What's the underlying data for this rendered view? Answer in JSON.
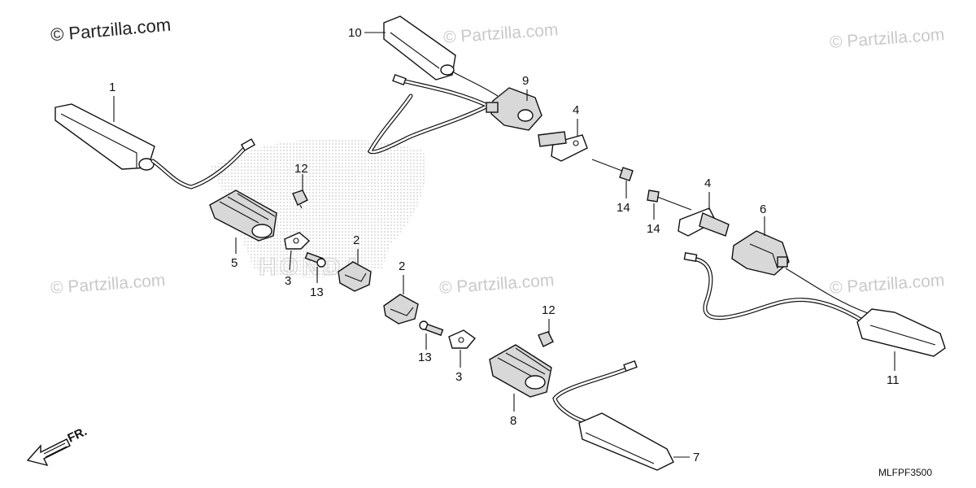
{
  "watermarks": {
    "main": "© Partzilla.com",
    "faint": "© Partzilla.com"
  },
  "diagram_code": "MLFPF3500",
  "direction_label": "FR.",
  "logo_text": "HONDA",
  "callouts": [
    "1",
    "2",
    "2",
    "3",
    "3",
    "4",
    "4",
    "5",
    "6",
    "7",
    "8",
    "9",
    "10",
    "11",
    "12",
    "12",
    "13",
    "13",
    "14",
    "14"
  ],
  "colors": {
    "line": "#111111",
    "watermark": "#c9c9c9",
    "shade": "#d8d8d8"
  }
}
